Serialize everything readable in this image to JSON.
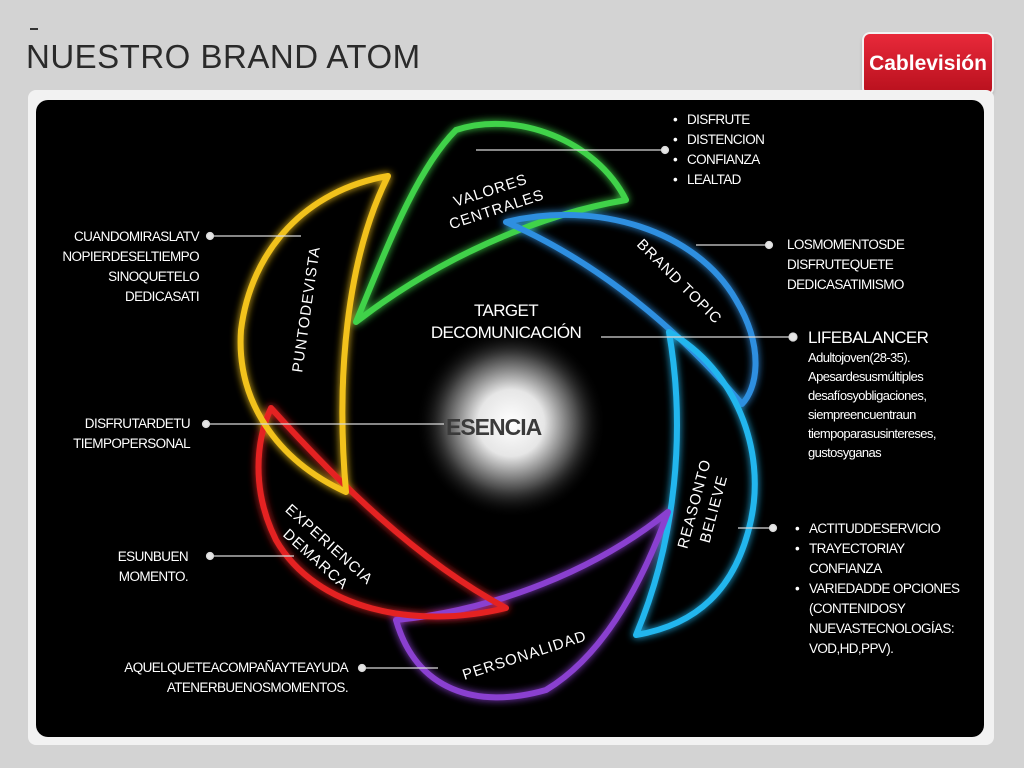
{
  "slide": {
    "title": "NUESTRO BRAND ATOM",
    "logo_text": "Cablevisión"
  },
  "center": {
    "label": "ESENCIA",
    "target": "TARGET DECOMUNICACIÓN"
  },
  "petals": {
    "valores": "VALORES CENTRALES",
    "brand_topic": "BRAND TOPIC",
    "reason": "REASONTO BELIEVE",
    "personalidad": "PERSONALIDAD",
    "experiencia": "EXPERIENCIA DEMARCA",
    "punto": "PUNTODEVISTA"
  },
  "callouts": {
    "valores_items": [
      "DISFRUTE",
      "DISTENCION",
      "CONFIANZA",
      "LEALTAD"
    ],
    "brand_topic": "LOSMOMENTOSDE DISFRUTEQUETE DEDICASATIMISMO",
    "target_heading": "LIFEBALANCER",
    "target_body": "Adultojoven(28-35). Apesardesusmúltiples desafíosyobligaciones, siempreencuentraun tiempoparasusintereses, gustosyganas",
    "reason_items": [
      "ACTITUDDESERVICIO",
      "TRAYECTORIAY CONFIANZA",
      "VARIEDADDE OPCIONES (CONTENIDOSY NUEVASTECNOLOGÍAS: VOD,HD,PPV)."
    ],
    "personalidad": "AQUELQUETEACOMPAÑAYTEAYUDA ATENERBUENOSMOMENTOS.",
    "experiencia": "ESUNBUEN MOMENTO.",
    "esencia": "DISFRUTARDETU TIEMPOPERSONAL",
    "punto": "CUANDOMIRASLATV NOPIERDESELTIEMPO SINOQUETELO DEDICASATI"
  },
  "colors": {
    "valores": "#3fd24a",
    "brand_topic": "#2f8fe0",
    "reason": "#22b6ee",
    "personalidad": "#8a3fd0",
    "experiencia": "#e42420",
    "punto": "#f2c21a",
    "logo": "#d61e2c"
  }
}
